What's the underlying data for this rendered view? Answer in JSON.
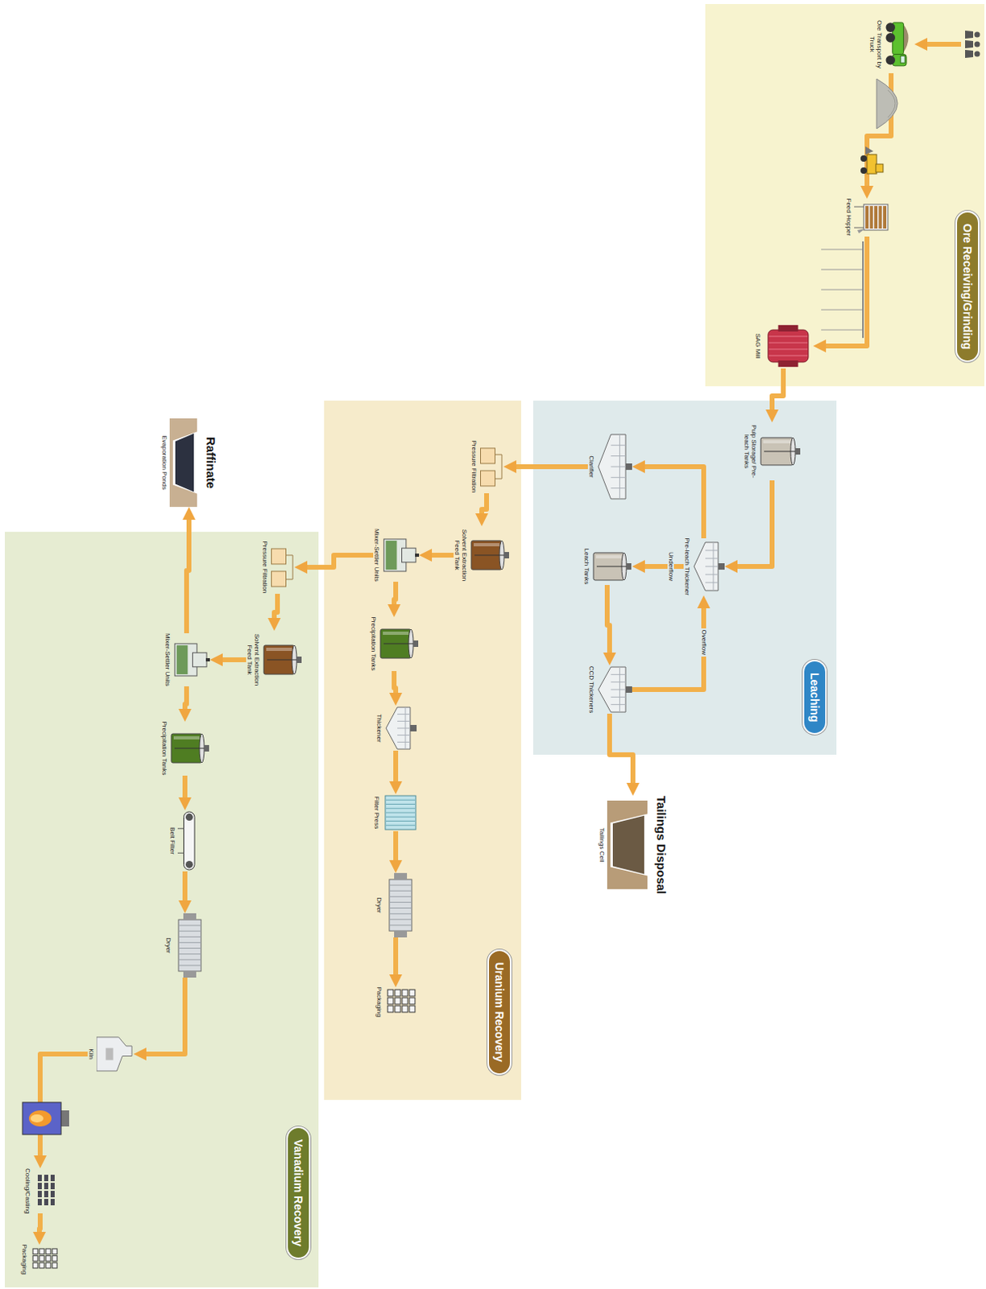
{
  "diagram": {
    "nodes": [
      {
        "text": [
          "Ore Receiving/Grinding"
        ]
      },
      {
        "text": [
          "Ore Transport by Truck"
        ],
        "in": 0
      },
      {
        "text": [
          "Feed Hopper"
        ],
        "in": 0
      },
      {
        "text": [
          "SAG Mill"
        ],
        "in": 0
      },
      {
        "text": [
          "Leaching"
        ]
      },
      {
        "text": [
          "Pulp Storage/ Pre-leach Tanks"
        ],
        "in": 4
      },
      {
        "text": [
          "Pre-leach Thickener"
        ],
        "in": 4
      },
      {
        "text": [
          "Clarifier"
        ],
        "in": 4
      },
      {
        "text": [
          "Leach Tanks"
        ],
        "in": 4
      },
      {
        "text": [
          "CCD Thickeners"
        ],
        "in": 4
      },
      {
        "text": [
          "Tailings Disposal",
          "Tailings Cell"
        ]
      },
      {
        "text": [
          "Uranium Recovery"
        ]
      },
      {
        "text": [
          "Pressure Filtration"
        ],
        "in": 11
      },
      {
        "text": [
          "Solvent Extraction Feed Tank"
        ],
        "in": 11
      },
      {
        "text": [
          "Mixer-Settler Units"
        ],
        "in": 11
      },
      {
        "text": [
          "Precipitation Tanks"
        ],
        "in": 11
      },
      {
        "text": [
          "Thickener"
        ],
        "in": 11
      },
      {
        "text": [
          "Filter Press"
        ],
        "in": 11
      },
      {
        "text": [
          "Dryer"
        ],
        "in": 11
      },
      {
        "text": [
          "Packaging"
        ],
        "in": 11
      },
      {
        "text": [
          "Raffinate",
          "Evaporation Ponds"
        ]
      },
      {
        "text": [
          "Vanadium Recovery"
        ]
      },
      {
        "text": [
          "Pressure Filtration"
        ],
        "in": 21
      },
      {
        "text": [
          "Solvent Extraction Feed Tank"
        ],
        "in": 21
      },
      {
        "text": [
          "Mixer-Settler Units"
        ],
        "in": 21
      },
      {
        "text": [
          "Precipitation Tanks"
        ],
        "in": 21
      },
      {
        "text": [
          "Belt Filter"
        ],
        "in": 21
      },
      {
        "text": [
          "Dryer"
        ],
        "in": 21
      },
      {
        "text": [
          "Kiln"
        ],
        "in": 21
      },
      {
        "text": [
          "Cooling/Casting"
        ],
        "in": 21
      },
      {
        "text": [
          "Packaging"
        ],
        "in": 21
      }
    ],
    "edges": [
      {
        "from": 1,
        "to": 2,
        "arrow": "to"
      },
      {
        "from": 2,
        "to": 3,
        "arrow": "to"
      },
      {
        "from": 3,
        "to": 5,
        "arrow": "to"
      },
      {
        "from": 5,
        "to": 6,
        "arrow": "to"
      },
      {
        "from": 6,
        "to": 7,
        "arrow": "to"
      },
      {
        "from": 6,
        "to": 8,
        "label": "Underflow",
        "arrow": "to"
      },
      {
        "from": 8,
        "to": 9,
        "arrow": "to"
      },
      {
        "from": 9,
        "to": 6,
        "label": "Overflow",
        "arrow": "to"
      },
      {
        "from": 9,
        "to": 10,
        "arrow": "to"
      },
      {
        "from": 7,
        "to": 12,
        "arrow": "to"
      },
      {
        "from": 12,
        "to": 13,
        "arrow": "to"
      },
      {
        "from": 13,
        "to": 14,
        "arrow": "to"
      },
      {
        "from": 14,
        "to": 15,
        "arrow": "to"
      },
      {
        "from": 15,
        "to": 16,
        "arrow": "to"
      },
      {
        "from": 16,
        "to": 17,
        "arrow": "to"
      },
      {
        "from": 17,
        "to": 18,
        "arrow": "to"
      },
      {
        "from": 18,
        "to": 19,
        "arrow": "to"
      },
      {
        "from": 14,
        "to": 22,
        "arrow": "to"
      },
      {
        "from": 22,
        "to": 23,
        "arrow": "to"
      },
      {
        "from": 23,
        "to": 24,
        "arrow": "to"
      },
      {
        "from": 24,
        "to": 20,
        "arrow": "to"
      },
      {
        "from": 24,
        "to": 25,
        "arrow": "to"
      },
      {
        "from": 25,
        "to": 26,
        "arrow": "to"
      },
      {
        "from": 26,
        "to": 27,
        "arrow": "to"
      },
      {
        "from": 27,
        "to": 28,
        "arrow": "to"
      },
      {
        "from": 28,
        "to": 29,
        "arrow": "to"
      },
      {
        "from": 29,
        "to": 30,
        "arrow": "to"
      }
    ]
  }
}
